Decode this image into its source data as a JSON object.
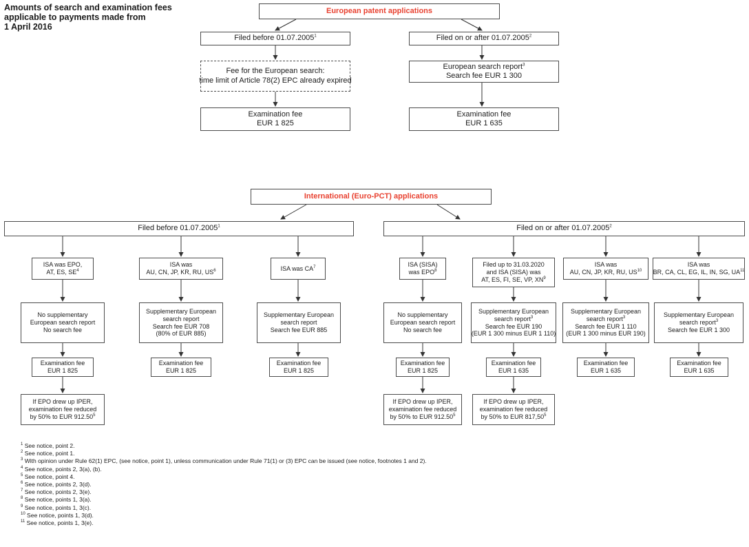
{
  "title": "Amounts of search and examination fees\napplicable to payments made from\n1 April 2016",
  "ep": {
    "header": "European patent applications",
    "left_head": {
      "text": "Filed before 01.07.2005",
      "sup": "1"
    },
    "right_head": {
      "text": "Filed on or after 01.07.2005",
      "sup": "2"
    },
    "left_search": {
      "line1": "Fee for the European search:",
      "line2": "time limit of Article 78(2) EPC already expired"
    },
    "left_exam": {
      "line1": "Examination fee",
      "line2": "EUR 1 825"
    },
    "right_search": {
      "line1": "European search report",
      "sup1": "3",
      "line2": "Search fee EUR 1 300"
    },
    "right_exam": {
      "line1": "Examination fee",
      "line2": "EUR 1 635"
    }
  },
  "pct": {
    "header": "International (Euro-PCT) applications",
    "left_head": {
      "text": "Filed before 01.07.2005",
      "sup": "1"
    },
    "right_head": {
      "text": "Filed on or after 01.07.2005",
      "sup": "2"
    },
    "col1": {
      "isa": {
        "line1": "ISA was EPO,",
        "line2": "AT, ES, SE",
        "sup2": "4"
      },
      "search": {
        "line1": "No supplementary",
        "line2": "European search report",
        "line3": "No search fee"
      },
      "exam": {
        "line1": "Examination fee",
        "line2": "EUR 1 825"
      },
      "iper": {
        "line1": "If EPO drew up IPER,",
        "line2": "examination fee reduced",
        "line3": "by 50% to EUR 912.50",
        "sup3": "5"
      }
    },
    "col2": {
      "isa": {
        "line1": "ISA was",
        "line2": "AU, CN, JP, KR, RU, US",
        "sup2": "6"
      },
      "search": {
        "line1": "Supplementary European",
        "line2": "search report",
        "line3": "Search fee EUR 708",
        "line4": "(80% of EUR 885)"
      },
      "exam": {
        "line1": "Examination fee",
        "line2": "EUR 1 825"
      }
    },
    "col3": {
      "isa": {
        "line1": "ISA was CA",
        "sup1": "7"
      },
      "search": {
        "line1": "Supplementary European",
        "line2": "search report",
        "line3": "Search fee EUR 885"
      },
      "exam": {
        "line1": "Examination fee",
        "line2": "EUR 1 825"
      }
    },
    "col4": {
      "isa": {
        "line1": "ISA (SISA)",
        "line2": "was EPO",
        "sup2": "8"
      },
      "search": {
        "line1": "No supplementary",
        "line2": "European search report",
        "line3": "No search fee"
      },
      "exam": {
        "line1": "Examination fee",
        "line2": "EUR 1 825"
      },
      "iper": {
        "line1": "If EPO drew up IPER,",
        "line2": "examination fee reduced",
        "line3": "by 50% to EUR 912.50",
        "sup3": "5"
      }
    },
    "col5": {
      "isa": {
        "line1": "Filed up to 31.03.2020",
        "line2": "and ISA (SISA) was",
        "line3": "AT, ES, FI, SE, VP, XN",
        "sup3": "9"
      },
      "search": {
        "line1": "Supplementary European",
        "line2": "search report",
        "sup2": "3",
        "line3": "Search fee EUR 190",
        "line4": "(EUR 1 300 minus EUR 1 110)"
      },
      "exam": {
        "line1": "Examination fee",
        "line2": "EUR 1 635"
      },
      "iper": {
        "line1": "If EPO drew up IPER,",
        "line2": "examination fee reduced",
        "line3": "by 50% to EUR 817,50",
        "sup3": "5"
      }
    },
    "col6": {
      "isa": {
        "line1": "ISA was",
        "line2": "AU, CN, JP, KR, RU, US",
        "sup2": "10"
      },
      "search": {
        "line1": "Supplementary European",
        "line2": "search report",
        "sup2": "3",
        "line3": "Search fee EUR 1 110",
        "line4": "(EUR 1 300 minus EUR 190)"
      },
      "exam": {
        "line1": "Examination fee",
        "line2": "EUR 1 635"
      }
    },
    "col7": {
      "isa": {
        "line1": "ISA was",
        "line2": "BR, CA, CL, EG, IL, IN, SG, UA",
        "sup2": "11"
      },
      "search": {
        "line1": "Supplementary European",
        "line2": "search report",
        "sup2": "3",
        "line3": "Search fee EUR 1 300"
      },
      "exam": {
        "line1": "Examination fee",
        "line2": "EUR 1 635"
      }
    }
  },
  "footnotes": [
    {
      "num": "1",
      "text": " See notice, point 2."
    },
    {
      "num": "2",
      "text": " See notice, point 1."
    },
    {
      "num": "3",
      "text": " With opinion under Rule 62(1) EPC, (see notice, point 1), unless communication under Rule 71(1) or (3) EPC can be issued (see notice, footnotes 1 and 2)."
    },
    {
      "num": "4",
      "text": " See notice, points 2, 3(a), (b)."
    },
    {
      "num": "5",
      "text": " See notice, point 4."
    },
    {
      "num": "6",
      "text": " See notice, points 2, 3(d)."
    },
    {
      "num": "7",
      "text": " See notice, points 2, 3(e)."
    },
    {
      "num": "8",
      "text": " See notice, points 1, 3(a)."
    },
    {
      "num": "9",
      "text": " See notice, points 1, 3(c)."
    },
    {
      "num": "10",
      "text": " See notice, points 1, 3(d)."
    },
    {
      "num": "11",
      "text": " See notice, points 1, 3(e)."
    }
  ]
}
